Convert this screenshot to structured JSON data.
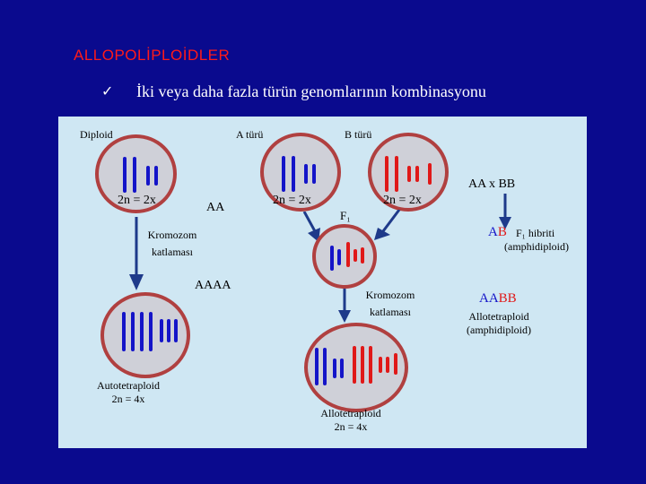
{
  "slide": {
    "title": "ALLOPOLİPLOİDLER",
    "bullet_icon": "check-icon",
    "bullet_check": "✓",
    "bullet_text": "İki veya daha fazla türün genomlarının kombinasyonu"
  },
  "diagram": {
    "diploid": "Diploid",
    "a_turu": "A türü",
    "b_turu": "B türü",
    "diploid_2n": "2n = 2x",
    "aa": "AA",
    "a_2n": "2n = 2x",
    "b_2n": "2n = 2x",
    "f1": "F₁",
    "cross": "AA x BB",
    "kromozom_1": "Kromozom",
    "katlamasi_1": "katlaması",
    "aaaa": "AAAA",
    "ab_a": "A",
    "ab_b": "B",
    "f1_hibriti": "F₁ hibriti",
    "amphidiploid_1": "(amphidiploid)",
    "kromozom_2": "Kromozom",
    "katlamasi_2": "katlaması",
    "aabb_aa": "AA",
    "aabb_bb": "BB",
    "allotetraploid_right": "Allotetraploid",
    "amphidiploid_2": "(amphidiploid)",
    "autotetraploid": "Autotetraploid",
    "auto_2n": "2n = 4x",
    "allotetraploid_bottom": "Allotetraploid",
    "allo_2n": "2n = 4x"
  },
  "colors": {
    "background": "#0a0a8e",
    "panel": "#cfe7f3",
    "genome_a": "#1414c8",
    "genome_b": "#e01818",
    "title": "#ff1a1a"
  }
}
